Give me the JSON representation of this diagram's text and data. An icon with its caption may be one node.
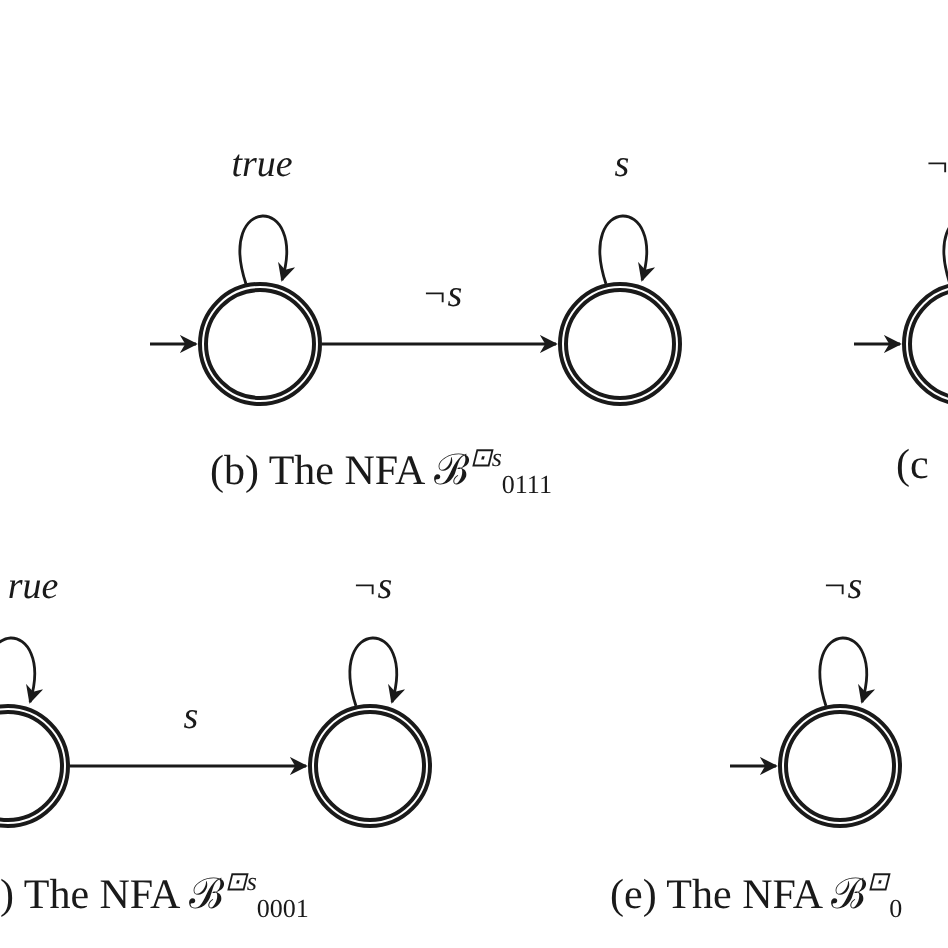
{
  "diagram": {
    "nodes": [
      {
        "text": [],
        "shape": "circle"
      },
      {
        "text": [],
        "shape": "circle"
      },
      {
        "text": [],
        "shape": "circle"
      },
      {
        "text": [],
        "shape": "circle"
      },
      {
        "text": [],
        "shape": "circle"
      },
      {
        "text": [],
        "shape": "circle"
      }
    ],
    "edges": [
      {
        "from": null,
        "to": 0,
        "arrow": "to"
      },
      {
        "from": 0,
        "to": 0,
        "arrow": "to",
        "label": "true"
      },
      {
        "from": 0,
        "to": 1,
        "arrow": "to",
        "label": "¬s"
      },
      {
        "from": 1,
        "to": 1,
        "arrow": "to",
        "label": "s"
      },
      {
        "from": null,
        "to": 2,
        "arrow": "to"
      },
      {
        "from": 2,
        "to": 2,
        "arrow": "to",
        "label": "¬"
      },
      {
        "from": 3,
        "to": 3,
        "arrow": "to",
        "label": "rue"
      },
      {
        "from": 3,
        "to": 4,
        "arrow": "to",
        "label": "s"
      },
      {
        "from": 4,
        "to": 4,
        "arrow": "to",
        "label": "¬s"
      },
      {
        "from": null,
        "to": 5,
        "arrow": "to"
      },
      {
        "from": 5,
        "to": 5,
        "arrow": "to",
        "label": "¬s"
      }
    ],
    "labels": [
      "(b) The NFA ℬ$^{⊡s}$$_{0111}$",
      "(c",
      ") The NFA ℬ$^{⊡s}$$_{0001}$",
      "(e) The NFA ℬ$^{⊡}$$_{0}$"
    ]
  }
}
